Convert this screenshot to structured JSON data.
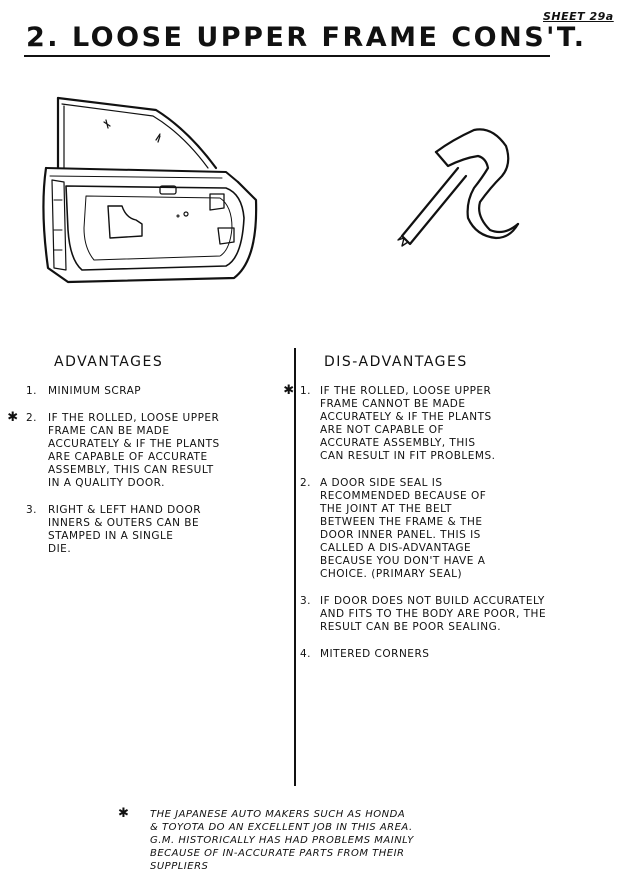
{
  "sheet_number": "SHEET 29a",
  "title": "2. LOOSE UPPER FRAME CONS'T.",
  "advantages": {
    "heading": "ADVANTAGES",
    "items": [
      {
        "marker": "",
        "number": "1.",
        "text": "MINIMUM SCRAP"
      },
      {
        "marker": "✱",
        "number": "2.",
        "text": "IF THE ROLLED, LOOSE UPPER\nFRAME CAN BE MADE\nACCURATELY & IF THE PLANTS\nARE CAPABLE OF ACCURATE\nASSEMBLY, THIS CAN RESULT\nIN A QUALITY DOOR."
      },
      {
        "marker": "",
        "number": "3.",
        "text": "RIGHT & LEFT HAND DOOR\nINNERS & OUTERS CAN BE\nSTAMPED IN A SINGLE\nDIE."
      }
    ]
  },
  "disadvantages": {
    "heading": "DIS-ADVANTAGES",
    "items": [
      {
        "marker": "✱",
        "number": "1.",
        "text": "IF THE ROLLED, LOOSE UPPER\nFRAME CANNOT BE MADE\nACCURATELY & IF THE PLANTS\nARE NOT CAPABLE OF\nACCURATE ASSEMBLY, THIS\nCAN RESULT IN FIT PROBLEMS."
      },
      {
        "marker": "",
        "number": "2.",
        "text": "A DOOR SIDE SEAL IS\nRECOMMENDED BECAUSE OF\nTHE JOINT AT THE BELT\nBETWEEN THE FRAME & THE\nDOOR INNER PANEL. THIS IS\nCALLED A DIS-ADVANTAGE\nBECAUSE YOU DON'T HAVE A\nCHOICE. (PRIMARY SEAL)"
      },
      {
        "marker": "",
        "number": "3.",
        "text": "IF DOOR DOES NOT BUILD ACCURATELY\nAND FITS TO THE BODY ARE POOR, THE\nRESULT CAN BE POOR SEALING."
      },
      {
        "marker": "",
        "number": "4.",
        "text": "MITERED CORNERS"
      }
    ]
  },
  "footnote": {
    "marker": "✱",
    "text": "THE JAPANESE AUTO MAKERS SUCH AS HONDA\n& TOYOTA DO AN EXCELLENT JOB IN THIS AREA.\nG.M. HISTORICALLY HAS HAD PROBLEMS MAINLY\nBECAUSE OF IN-ACCURATE PARTS FROM THEIR\nSUPPLIERS"
  }
}
